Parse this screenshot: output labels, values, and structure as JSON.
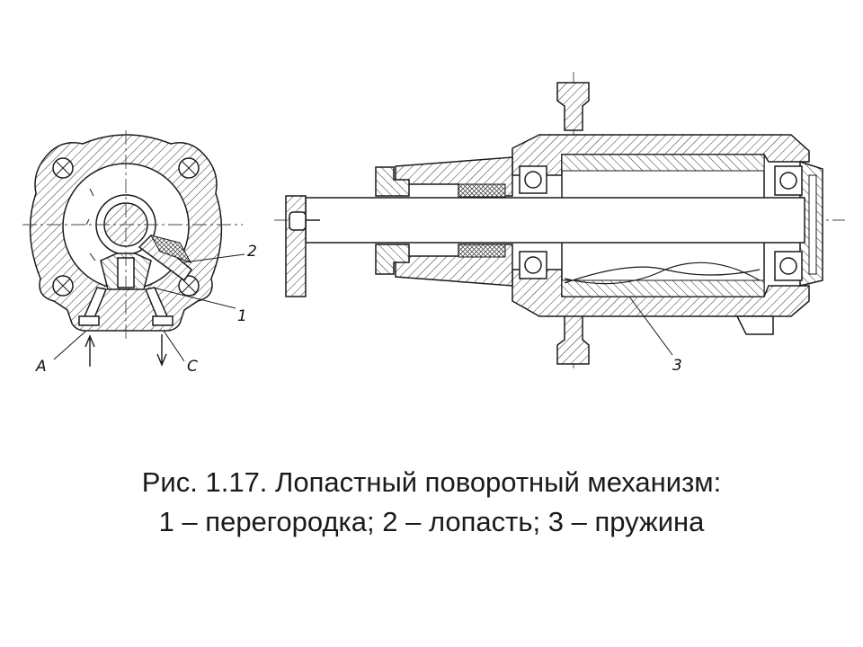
{
  "labels": {
    "end_view": {
      "a": "A",
      "c": "C",
      "n1": "1",
      "n2": "2"
    },
    "section_view": {
      "n3": "3"
    }
  },
  "caption": {
    "line1": "Рис. 1.17. Лопастный поворотный механизм:",
    "line2": "1 – перегородка; 2 – лопасть; 3 – пружина"
  },
  "colors": {
    "ink": "#1a1a1a",
    "background": "#ffffff"
  }
}
